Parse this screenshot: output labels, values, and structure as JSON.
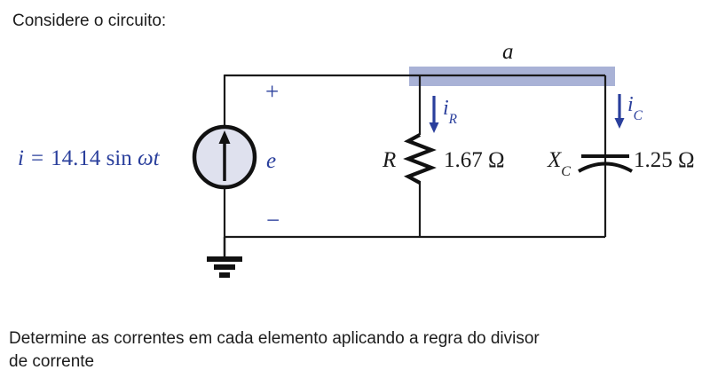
{
  "page": {
    "intro": "Considere o circuito:",
    "question_line1": "Determine as correntes em cada elemento aplicando a regra do divisor",
    "question_line2": "de corrente"
  },
  "circuit": {
    "node_label": "a",
    "source": {
      "expr_var": "i",
      "expr_eq": "=",
      "expr_value": "14.14 sin",
      "expr_omega_t": "ωt",
      "emf_label": "e",
      "plus_sign": "+",
      "minus_sign": "−"
    },
    "resistor": {
      "symbol": "R",
      "value": "1.67 Ω",
      "current_base": "i",
      "current_sub": "R"
    },
    "capacitor": {
      "symbol_base": "X",
      "symbol_sub": "C",
      "value": "1.25 Ω",
      "current_base": "i",
      "current_sub": "C"
    },
    "colors": {
      "annotation_blue": "#2a3f9c",
      "node_highlight": "#9aa4cf",
      "wire_black": "#1a1a1a",
      "source_fill": "#dfe1ee"
    }
  }
}
